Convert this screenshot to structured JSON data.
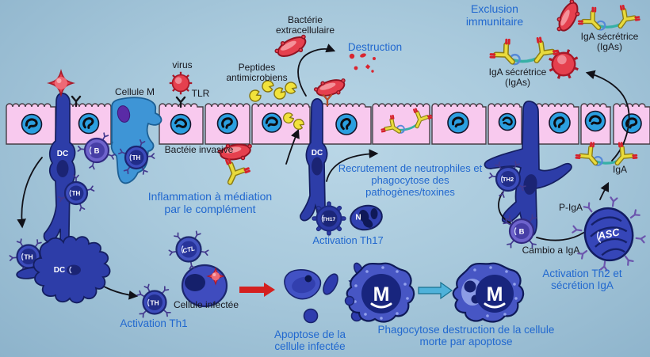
{
  "labels": {
    "virus": "virus",
    "cellule_m": "Cellule M",
    "tlr": "TLR",
    "bacterie_extracellulaire": "Bactérie extracellulaire",
    "destruction": "Destruction",
    "peptides_antimicrobiens": "Peptides antimicrobiens",
    "exclusion_immunitaire": "Exclusion immunitaire",
    "iga_secretrice_right": "IgA sécrétrice (IgAs)",
    "iga_secretrice_left": "IgA sécrétrice (IgAs)",
    "bacteie_invasive": "Bactéie invasive",
    "inflammation_complement": "Inflammation à médiation par le complément",
    "recrutement_neutrophiles": "Recrutement de neutrophiles et phagocytose des pathogènes/toxines",
    "activation_th17": "Activation Th17",
    "iga": "IgA",
    "p_iga": "P-IgA",
    "cambio_a_iga": "Cambio a IgA",
    "activation_th2": "Activation Th2 et sécrétion IgA",
    "activation_th1": "Activation Th1",
    "cellule_infectee": "Cellule infectée",
    "apoptose_cellule": "Apoptose de la cellule infectée",
    "phagocytose_destruction": "Phagocytose destruction de la cellule morte par apoptose"
  },
  "badges": {
    "dc": "DC",
    "th": "TH",
    "th17": "TH17",
    "th2": "TH2",
    "b": "B",
    "n": "N",
    "ctl": "CTL",
    "asc": "ASC",
    "m": "M"
  },
  "palette": {
    "text_blue": "#2168cf",
    "text_black": "#17171d",
    "epithelium_pink": "#f8c9ee",
    "nucleus_blue": "#2b9fe0",
    "immune_cell_blue": "#2d3da8",
    "b_cell_purple": "#6e63cc",
    "m_cell_blue": "#3e95d6",
    "pathogen_red": "#e5404e",
    "peptide_yellow": "#f1e23b",
    "iga_yellow": "#e8da3c",
    "iga_tip_red": "#d6202c",
    "arrow_red": "#d4201f",
    "arrow_cyan": "#4fb2da"
  }
}
